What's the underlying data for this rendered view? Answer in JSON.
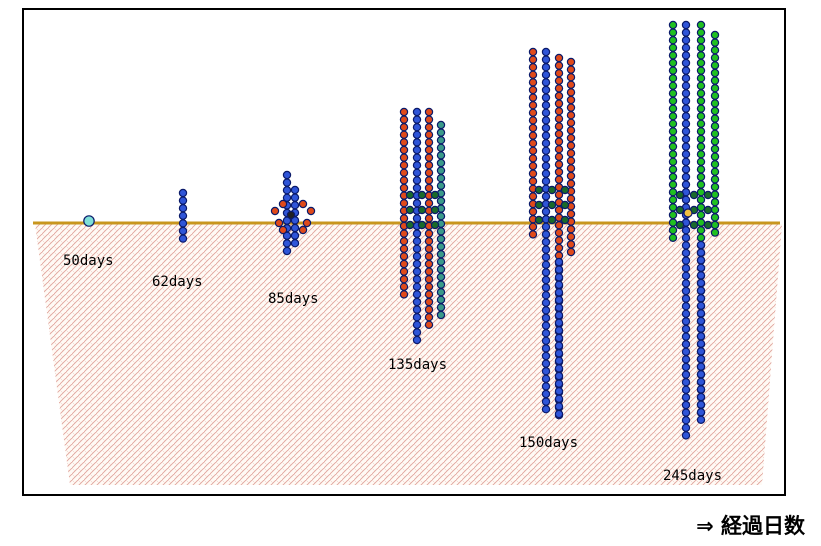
{
  "stages": [
    {
      "id": "d50",
      "label": "50days"
    },
    {
      "id": "d62",
      "label": "62days"
    },
    {
      "id": "d85",
      "label": "85days"
    },
    {
      "id": "d135",
      "label": "135days"
    },
    {
      "id": "d150",
      "label": "150days"
    },
    {
      "id": "d245",
      "label": "245days"
    }
  ],
  "footer": {
    "caption": "⇒ 経過日数"
  },
  "colors": {
    "ground_line": "#c8961e",
    "soil_texture": "#d98a80",
    "root_blue": "#2f55d8",
    "root_outline": "#0a1a6a",
    "shoot_red": "#e04a1a",
    "shoot_green": "#20c020",
    "shoot_dark_green": "#1a6a2a",
    "seed_cyan": "#7fe0d8"
  }
}
